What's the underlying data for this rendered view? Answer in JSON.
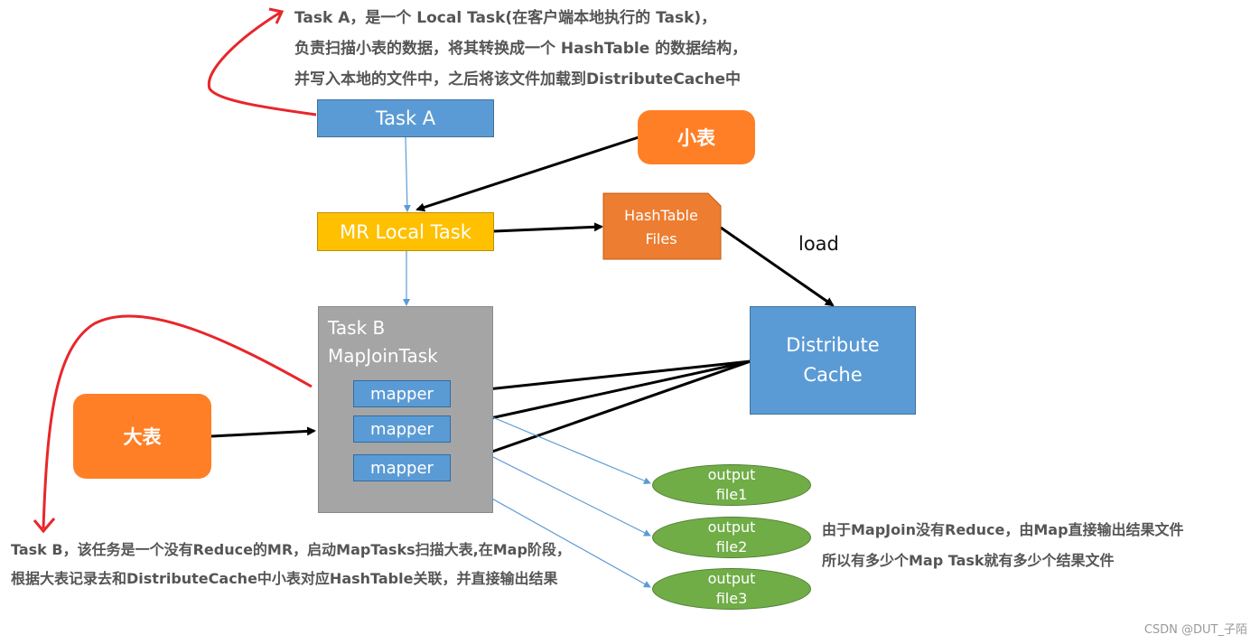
{
  "task_a_note": {
    "line1": "Task A，是一个 Local Task(在客户端本地执行的 Task)，",
    "line2": "负责扫描小表的数据，将其转换成一个 HashTable 的数据结构，",
    "line3": "并写入本地的文件中，之后将该文件加载到DistributeCache中"
  },
  "task_a_box": "Task A",
  "small_table": "小表",
  "mr_local_task": "MR Local Task",
  "hashtable_files": {
    "line1": "HashTable",
    "line2": "Files"
  },
  "load_label": "load",
  "distribute_cache": {
    "line1": "Distribute",
    "line2": "Cache"
  },
  "task_b_box": {
    "line1": "Task B",
    "line2": "MapJoinTask"
  },
  "mappers": [
    "mapper",
    "mapper",
    "mapper"
  ],
  "big_table": "大表",
  "outputs": [
    {
      "line1": "output",
      "line2": "file1"
    },
    {
      "line1": "output",
      "line2": "file2"
    },
    {
      "line1": "output",
      "line2": "file3"
    }
  ],
  "task_b_note": {
    "line1": "Task B，该任务是一个没有Reduce的MR，启动MapTasks扫描大表,在Map阶段，",
    "line2": "根据大表记录去和DistributeCache中小表对应HashTable关联，并直接输出结果"
  },
  "right_note": {
    "line1": "由于MapJoin没有Reduce，由Map直接输出结果文件",
    "line2": "所以有多少个Map Task就有多少个结果文件"
  },
  "watermark": "CSDN @DUT_子陌",
  "colors": {
    "blue": "#5b9bd5",
    "yellow": "#ffc000",
    "orange": "#ff7f27",
    "hashtable_orange": "#ed7d31",
    "gray": "#a5a5a5",
    "green": "#70ad47",
    "red": "#e8262a"
  }
}
